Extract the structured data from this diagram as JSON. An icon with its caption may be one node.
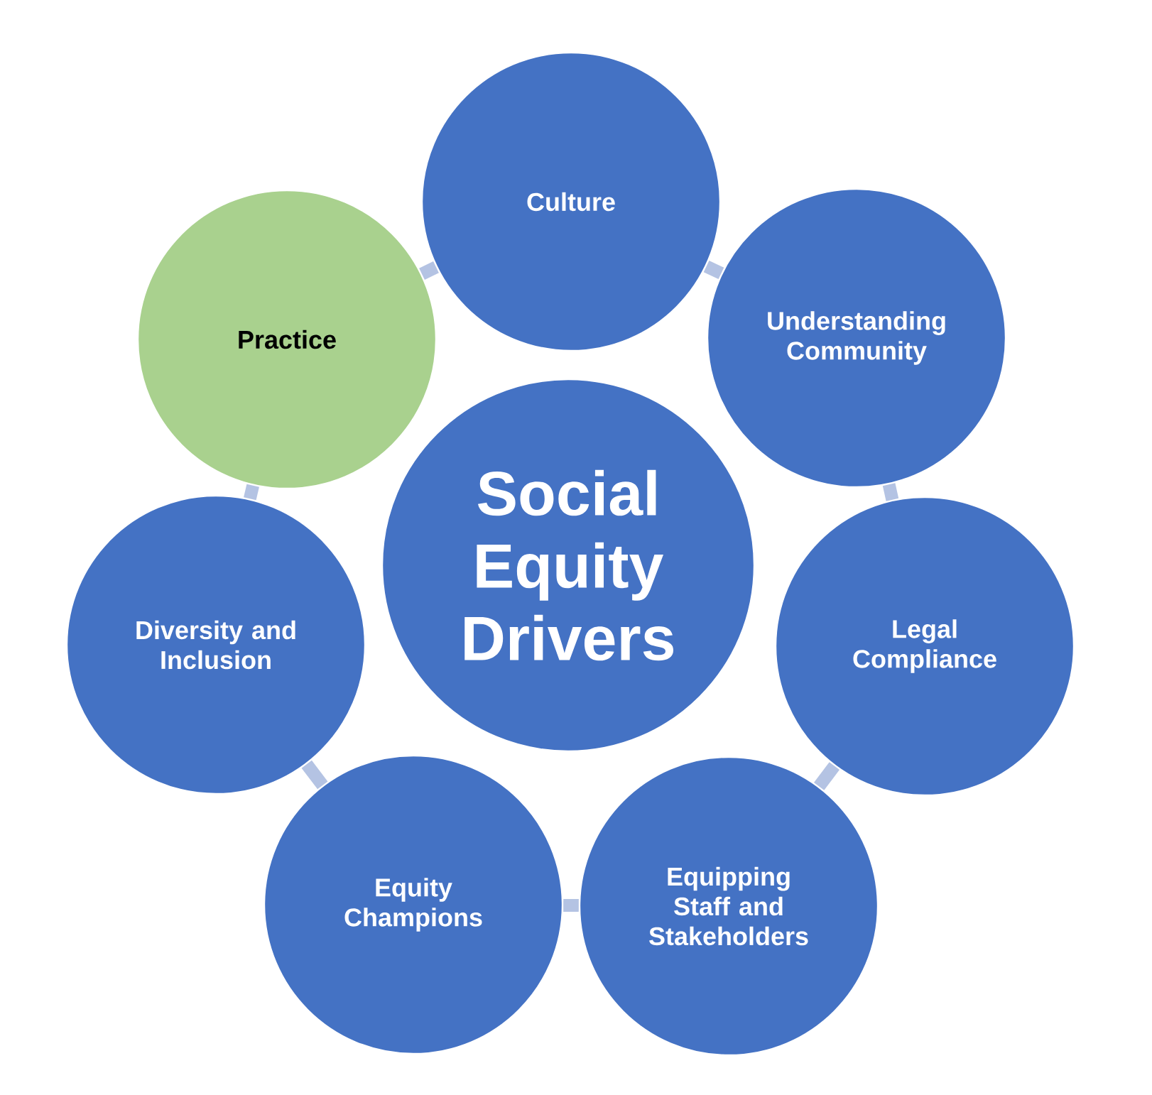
{
  "diagram": {
    "nodes": [
      {
        "text": [
          "Social Equity Drivers"
        ]
      },
      {
        "text": [
          "Culture"
        ]
      },
      {
        "text": [
          "Understanding Community"
        ]
      },
      {
        "text": [
          "Legal Compliance"
        ]
      },
      {
        "text": [
          "Equipping Staff and Stakeholders"
        ]
      },
      {
        "text": [
          "Equity Champions"
        ]
      },
      {
        "text": [
          "Diversity and Inclusion"
        ]
      },
      {
        "text": [
          "Practice"
        ]
      }
    ],
    "edges": [
      {
        "from": 7,
        "to": 1,
        "arrow": "none"
      },
      {
        "from": 1,
        "to": 2,
        "arrow": "none"
      },
      {
        "from": 2,
        "to": 3,
        "arrow": "none"
      },
      {
        "from": 3,
        "to": 4,
        "arrow": "none"
      },
      {
        "from": 4,
        "to": 5,
        "arrow": "none"
      },
      {
        "from": 5,
        "to": 6,
        "arrow": "none"
      },
      {
        "from": 6,
        "to": 7,
        "arrow": "none"
      }
    ]
  }
}
